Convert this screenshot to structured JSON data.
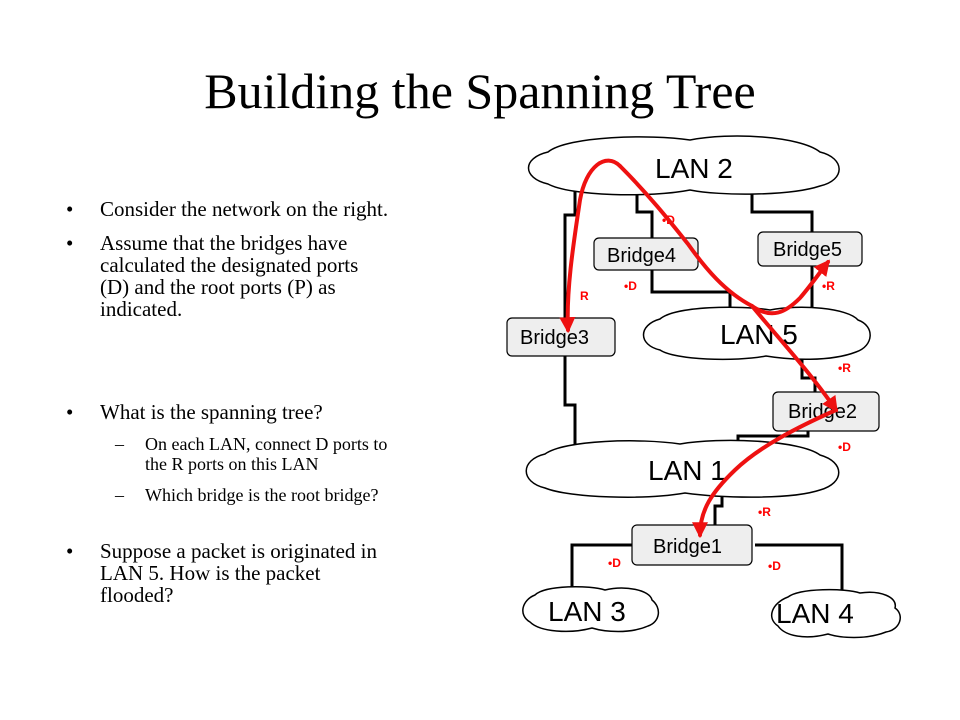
{
  "title": "Building the  Spanning Tree",
  "bullets": [
    "Consider the network on the right.",
    "Assume that the bridges have calculated the designated ports (D) and the root ports (P) as indicated.",
    "What is the spanning tree?",
    "Suppose a packet is originated in LAN 5. How is the packet flooded?"
  ],
  "bullet_lines": {
    "b2": [
      "Assume that the bridges have",
      "calculated the designated ports",
      "(D) and the root ports (P) as",
      "indicated."
    ],
    "b4": [
      "Suppose a packet is originated in",
      "LAN 5. How is the packet",
      "flooded?"
    ]
  },
  "subbullets": [
    [
      "On each LAN, connect D ports to",
      "the R ports on this LAN"
    ],
    [
      "Which bridge is the root bridge?"
    ]
  ],
  "bullet_glyph": "•",
  "dash_glyph": "–",
  "diagram": {
    "lans": {
      "lan2": "LAN 2",
      "lan5": "LAN 5",
      "lan1": "LAN 1",
      "lan3": "LAN 3",
      "lan4": "LAN 4"
    },
    "bridges": {
      "bridge1": "Bridge1",
      "bridge2": "Bridge2",
      "bridge3": "Bridge3",
      "bridge4": "Bridge4",
      "bridge5": "Bridge5"
    },
    "ports": {
      "b4_top": "•D",
      "b4_bottom": "•D",
      "b3_top": "R",
      "b5_bottom": "•R",
      "b2_top": "•R",
      "b2_bottom": "•D",
      "b1_top": "•R",
      "b1_left": "•D",
      "b1_right": "•D"
    },
    "colors": {
      "port": "#ff0000",
      "arrow": "#ee1111",
      "bridge_fill": "#eeeeee",
      "line": "#000000"
    }
  }
}
